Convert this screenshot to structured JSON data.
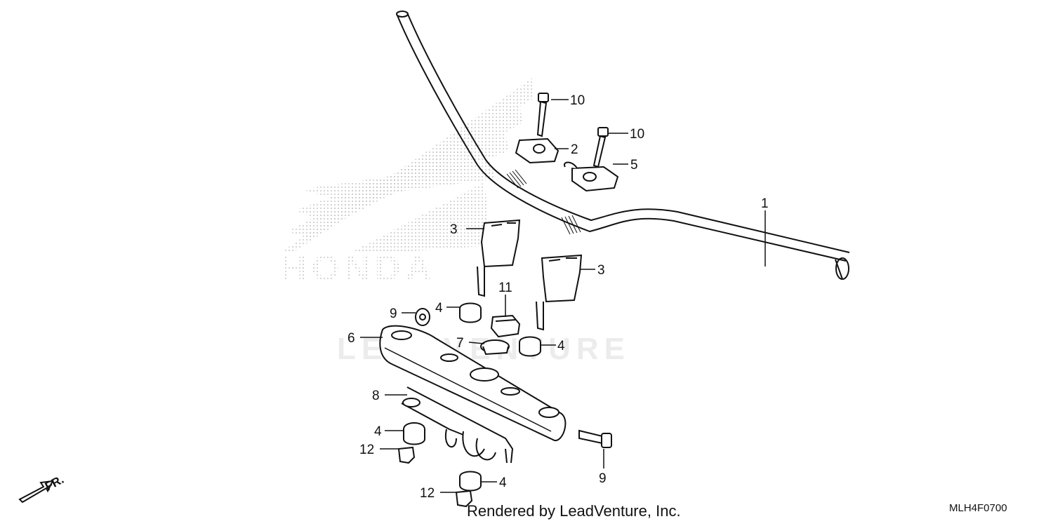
{
  "watermarks": {
    "brand": "HONDA",
    "vendor": "LEADVENTURE"
  },
  "callouts": {
    "c1": "1",
    "c2": "2",
    "c3a": "3",
    "c3b": "3",
    "c4a": "4",
    "c4b": "4",
    "c4c": "4",
    "c4d": "4",
    "c5": "5",
    "c6": "6",
    "c7": "7",
    "c8": "8",
    "c9a": "9",
    "c9b": "9",
    "c10a": "10",
    "c10b": "10",
    "c11": "11",
    "c12a": "12",
    "c12b": "12"
  },
  "direction": "FR.",
  "footer": {
    "credit": "Rendered by LeadVenture, Inc.",
    "diagram_code": "MLH4F0700"
  },
  "colors": {
    "line": "#111111",
    "watermark": "#cfcfcf",
    "background": "#ffffff"
  }
}
